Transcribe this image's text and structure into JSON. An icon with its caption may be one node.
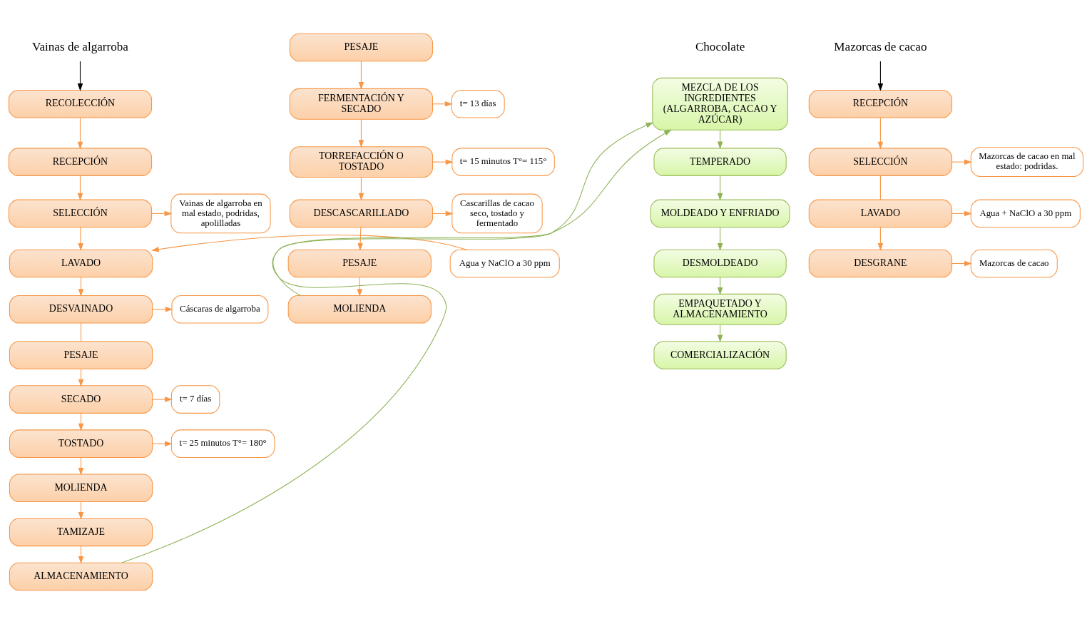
{
  "diagram": {
    "nodes": [
      {
        "text": [
          "Vainas de algarroba"
        ]
      },
      {
        "text": [
          "RECOLECCIÓN"
        ]
      },
      {
        "text": [
          "RECEPCIÓN"
        ]
      },
      {
        "text": [
          "SELECCIÓN"
        ]
      },
      {
        "text": [
          "Vainas de algarroba en mal estado, podridas, apolilladas"
        ]
      },
      {
        "text": [
          "Agua y NaClO a 30 ppm"
        ]
      },
      {
        "text": [
          "LAVADO"
        ]
      },
      {
        "text": [
          "DESVAINADO"
        ]
      },
      {
        "text": [
          "Cáscaras de algarroba"
        ]
      },
      {
        "text": [
          "PESAJE"
        ]
      },
      {
        "text": [
          "SECADO"
        ]
      },
      {
        "text": [
          "t= 7 días"
        ]
      },
      {
        "text": [
          "TOSTADO"
        ]
      },
      {
        "text": [
          "t= 25 minutos T°= 180°"
        ]
      },
      {
        "text": [
          "MOLIENDA"
        ]
      },
      {
        "text": [
          "TAMIZAJE"
        ]
      },
      {
        "text": [
          "ALMACENAMIENTO"
        ]
      },
      {
        "text": [
          "Mazorcas de cacao"
        ]
      },
      {
        "text": [
          "RECEPCIÓN"
        ]
      },
      {
        "text": [
          "SELECCIÓN"
        ]
      },
      {
        "text": [
          "Mazorcas de cacao en mal estado: podridas."
        ]
      },
      {
        "text": [
          "LAVADO"
        ]
      },
      {
        "text": [
          "Agua + NaClO a 30 ppm"
        ]
      },
      {
        "text": [
          "DESGRANE"
        ]
      },
      {
        "text": [
          "Mazorcas de cacao"
        ]
      },
      {
        "text": [
          "PESAJE"
        ]
      },
      {
        "text": [
          "FERMENTACIÓN Y SECADO"
        ]
      },
      {
        "text": [
          "t= 13 días"
        ]
      },
      {
        "text": [
          "TORREFACCIÓN O TOSTADO"
        ]
      },
      {
        "text": [
          "t= 15 minutos T°= 115°"
        ]
      },
      {
        "text": [
          "DESCASCARILLADO"
        ]
      },
      {
        "text": [
          "Cascarillas de cacao seco, tostado y fermentado"
        ]
      },
      {
        "text": [
          "PESAJE"
        ]
      },
      {
        "text": [
          "MOLIENDA"
        ]
      },
      {
        "text": [
          "MEZCLA DE LOS INGREDIENTES (ALGARROBA, CACAO Y AZÚCAR)"
        ]
      },
      {
        "text": [
          "TEMPERADO"
        ]
      },
      {
        "text": [
          "MOLDEADO Y ENFRIADO"
        ]
      },
      {
        "text": [
          "DESMOLDEADO"
        ]
      },
      {
        "text": [
          "EMPAQUETADO Y ALMACENAMIENTO"
        ]
      },
      {
        "text": [
          "COMERCIALIZACIÓN"
        ]
      }
    ],
    "edges": [
      {
        "from": 0,
        "to": 1,
        "arrow": "to",
        "color": "#000000"
      },
      {
        "from": 1,
        "to": 2,
        "arrow": "to"
      },
      {
        "from": 2,
        "to": 3,
        "arrow": "to"
      },
      {
        "from": 3,
        "to": 4,
        "arrow": "to"
      },
      {
        "from": 3,
        "to": 6,
        "arrow": "to"
      },
      {
        "from": 5,
        "to": 6,
        "arrow": "to"
      },
      {
        "from": 6,
        "to": 7,
        "arrow": "to"
      },
      {
        "from": 7,
        "to": 8,
        "arrow": "to"
      },
      {
        "from": 7,
        "to": 9,
        "arrow": "none"
      },
      {
        "from": 9,
        "to": 10,
        "arrow": "to"
      },
      {
        "from": 10,
        "to": 11,
        "arrow": "to"
      },
      {
        "from": 10,
        "to": 12,
        "arrow": "to"
      },
      {
        "from": 12,
        "to": 13,
        "arrow": "to"
      },
      {
        "from": 12,
        "to": 14,
        "arrow": "to"
      },
      {
        "from": 14,
        "to": 15,
        "arrow": "to"
      },
      {
        "from": 15,
        "to": 16,
        "arrow": "to"
      },
      {
        "from": 17,
        "to": 18,
        "arrow": "to",
        "color": "#000000"
      },
      {
        "from": 18,
        "to": 19,
        "arrow": "to"
      },
      {
        "from": 19,
        "to": 20,
        "arrow": "to"
      },
      {
        "from": 19,
        "to": 21,
        "arrow": "none"
      },
      {
        "from": 21,
        "to": 22,
        "arrow": "to"
      },
      {
        "from": 21,
        "to": 23,
        "arrow": "to"
      },
      {
        "from": 23,
        "to": 24,
        "arrow": "to"
      },
      {
        "from": 25,
        "to": 26,
        "arrow": "to"
      },
      {
        "from": 26,
        "to": 27,
        "arrow": "to"
      },
      {
        "from": 26,
        "to": 28,
        "arrow": "to"
      },
      {
        "from": 28,
        "to": 29,
        "arrow": "to"
      },
      {
        "from": 28,
        "to": 30,
        "arrow": "to"
      },
      {
        "from": 30,
        "to": 31,
        "arrow": "to"
      },
      {
        "from": 30,
        "to": 32,
        "arrow": "to"
      },
      {
        "from": 32,
        "to": 33,
        "arrow": "to"
      },
      {
        "from": 16,
        "to": 34,
        "arrow": "to",
        "color": "#8db255"
      },
      {
        "from": 33,
        "to": 34,
        "arrow": "to",
        "color": "#8db255"
      },
      {
        "from": 34,
        "to": 35,
        "arrow": "to",
        "color": "#8db255"
      },
      {
        "from": 35,
        "to": 36,
        "arrow": "to",
        "color": "#8db255"
      },
      {
        "from": 36,
        "to": 37,
        "arrow": "to",
        "color": "#8db255"
      },
      {
        "from": 37,
        "to": 38,
        "arrow": "to",
        "color": "#8db255"
      },
      {
        "from": 38,
        "to": 39,
        "arrow": "to",
        "color": "#8db255"
      }
    ],
    "labels": [
      "Chocolate"
    ]
  }
}
